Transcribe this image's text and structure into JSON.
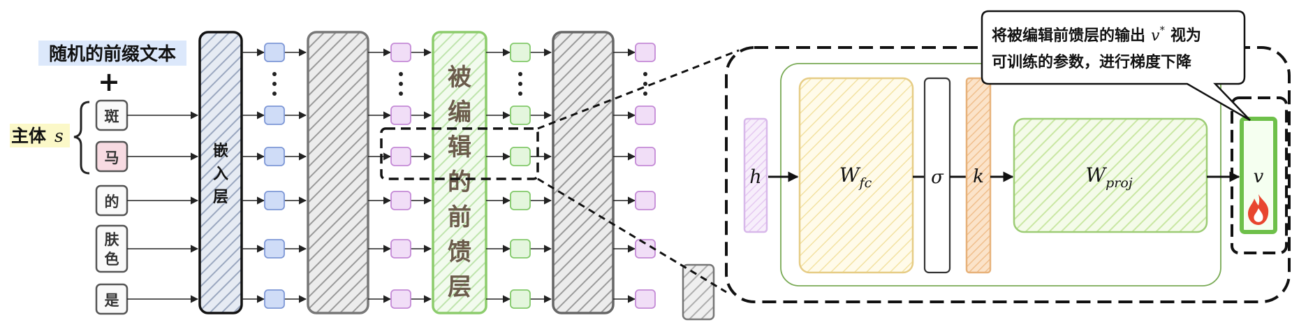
{
  "prefix_text": "随机的前缀文本",
  "plus": "+",
  "subject_label": "主体",
  "subject_var": "s",
  "tokens": [
    "斑",
    "马",
    "的",
    "肤色",
    "是"
  ],
  "embed_layer": "嵌入层",
  "edited_ffn": "被编辑的前馈层",
  "callout": {
    "line1": "将被编辑前馈层的输出",
    "var": "v",
    "sup": "*",
    "line1_end": "视为",
    "line2": "可训练的参数，进行梯度下降"
  },
  "ffn": {
    "h": "h",
    "wfc_main": "W",
    "wfc_sub": "fc",
    "sigma": "σ",
    "k": "k",
    "wproj_main": "W",
    "wproj_sub": "proj",
    "v": "v"
  },
  "icons": {
    "fire": "fire-icon"
  },
  "colors": {
    "prefix_bg": "#dce8fb",
    "subject_bg": "#fbf8c8",
    "token_ma": "#f8dbe2",
    "embed_fill": "#c4ccda",
    "gray_fill": "#bdbdbd",
    "green": "#7cc85a",
    "blue_node": "#cfdcf7",
    "purple_node": "#f1def7",
    "green_node": "#e4f6dd",
    "wfc": "#f7e4a6",
    "korange": "#f4c899"
  }
}
